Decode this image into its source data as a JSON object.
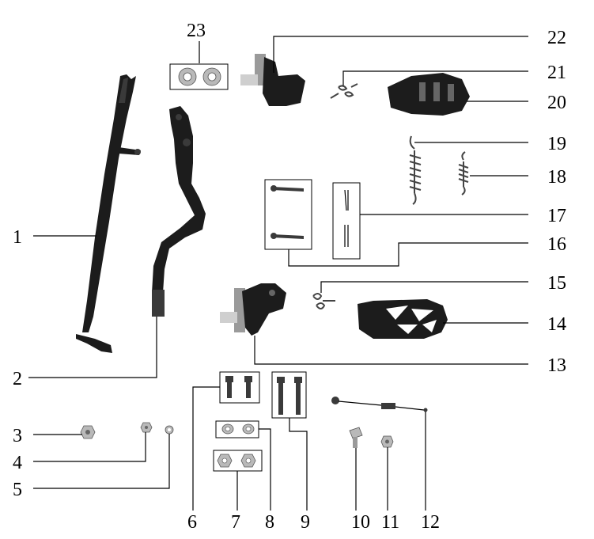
{
  "callouts": [
    {
      "id": "1",
      "label": "1"
    },
    {
      "id": "2",
      "label": "2"
    },
    {
      "id": "3",
      "label": "3"
    },
    {
      "id": "4",
      "label": "4"
    },
    {
      "id": "5",
      "label": "5"
    },
    {
      "id": "6",
      "label": "6"
    },
    {
      "id": "7",
      "label": "7"
    },
    {
      "id": "8",
      "label": "8"
    },
    {
      "id": "9",
      "label": "9"
    },
    {
      "id": "10",
      "label": "10"
    },
    {
      "id": "11",
      "label": "11"
    },
    {
      "id": "12",
      "label": "12"
    },
    {
      "id": "13",
      "label": "13"
    },
    {
      "id": "14",
      "label": "14"
    },
    {
      "id": "15",
      "label": "15"
    },
    {
      "id": "16",
      "label": "16"
    },
    {
      "id": "17",
      "label": "17"
    },
    {
      "id": "18",
      "label": "18"
    },
    {
      "id": "19",
      "label": "19"
    },
    {
      "id": "20",
      "label": "20"
    },
    {
      "id": "21",
      "label": "21"
    },
    {
      "id": "22",
      "label": "22"
    },
    {
      "id": "23",
      "label": "23"
    }
  ],
  "colors": {
    "ink": "#000000",
    "part_dark": "#1c1c1c",
    "metal": "#b9b9b9",
    "background": "#ffffff"
  }
}
